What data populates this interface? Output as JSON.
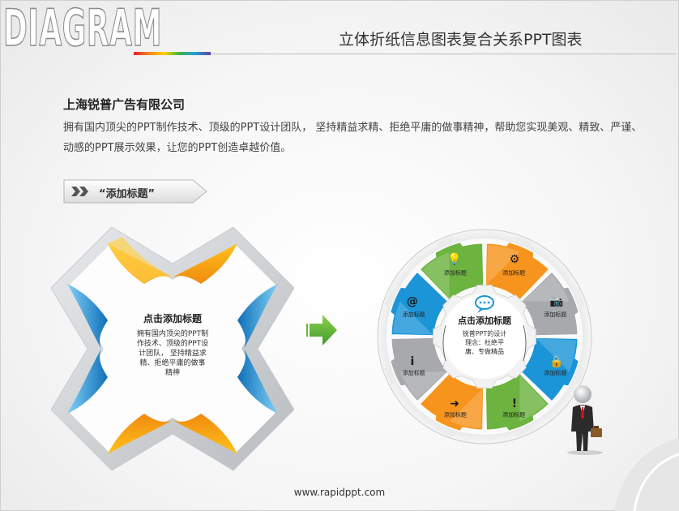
{
  "header": {
    "logo_text": "DIAGRAM",
    "title": "立体折纸信息图表复合关系PPT图表"
  },
  "intro": {
    "company": "上海锐普广告有限公司",
    "description": "拥有国内顶尖的PPT制作技术、顶级的PPT设计团队， 坚持精益求精、拒绝平庸的做事精神，帮助您实现美观、精致、严谨、动感的PPT展示效果，让您的PPT创造卓越价值。"
  },
  "tag_button": {
    "label": "“添加标题”"
  },
  "left_diagram": {
    "title": "点击添加标题",
    "body_lines": [
      "拥有国内顶尖的PPT制",
      "作技术、顶级的PPT设",
      "计团队， 坚持精益求",
      "精、拒绝平庸的做事",
      "精神"
    ],
    "colors": {
      "orange": "#f5a21a",
      "blue": "#1d8fd6",
      "gray": "#d0d3d6"
    }
  },
  "right_diagram": {
    "center_title": "点击添加标题",
    "center_body_lines": [
      "锐普PPT的设计",
      "理念：杜绝平",
      "庸、专做精品"
    ],
    "segment_label": "添加标题",
    "segments": [
      {
        "icon": "lightbulb-icon",
        "color": "#6cb33f",
        "label": "添加标题"
      },
      {
        "icon": "gears-icon",
        "color": "#f7941d",
        "label": "添加标题"
      },
      {
        "icon": "camera-icon",
        "color": "#a7a9ac",
        "label": "添加标题"
      },
      {
        "icon": "lock-icon",
        "color": "#1b95d8",
        "label": "添加标题"
      },
      {
        "icon": "exclamation-icon",
        "color": "#6cb33f",
        "label": "添加标题"
      },
      {
        "icon": "arrow-right-icon",
        "color": "#f7941d",
        "label": "添加标题"
      },
      {
        "icon": "info-icon",
        "color": "#a7a9ac",
        "label": "添加标题"
      },
      {
        "icon": "at-icon",
        "color": "#1b95d8",
        "label": "添加标题"
      }
    ]
  },
  "footer": {
    "url": "www.rapidppt.com"
  }
}
